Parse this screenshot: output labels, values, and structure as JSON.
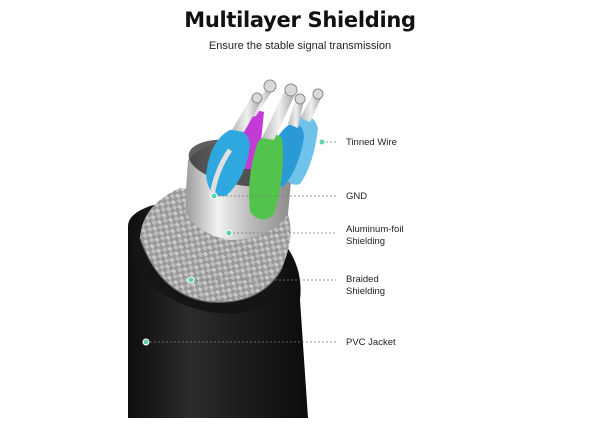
{
  "header": {
    "title": "Multilayer Shielding",
    "subtitle": "Ensure the stable signal transmission"
  },
  "callouts": [
    {
      "lines": [
        "Tinned Wire"
      ]
    },
    {
      "lines": [
        "GND"
      ]
    },
    {
      "lines": [
        "Aluminum-foil",
        "Shielding"
      ]
    },
    {
      "lines": [
        "Braided",
        "Shielding"
      ]
    },
    {
      "lines": [
        "PVC Jacket"
      ]
    }
  ],
  "colors": {
    "accent_dot": "#5fd2b6",
    "leader_line": "#7a7a7a",
    "jacket": "#1c1c1c",
    "braid": "#a8a8a8",
    "foil": "#d8d8d8",
    "wire_blue": "#2fa8df",
    "wire_green": "#52c44b",
    "wire_magenta": "#c23bd6",
    "wire_lightblue": "#6fc2ea"
  }
}
